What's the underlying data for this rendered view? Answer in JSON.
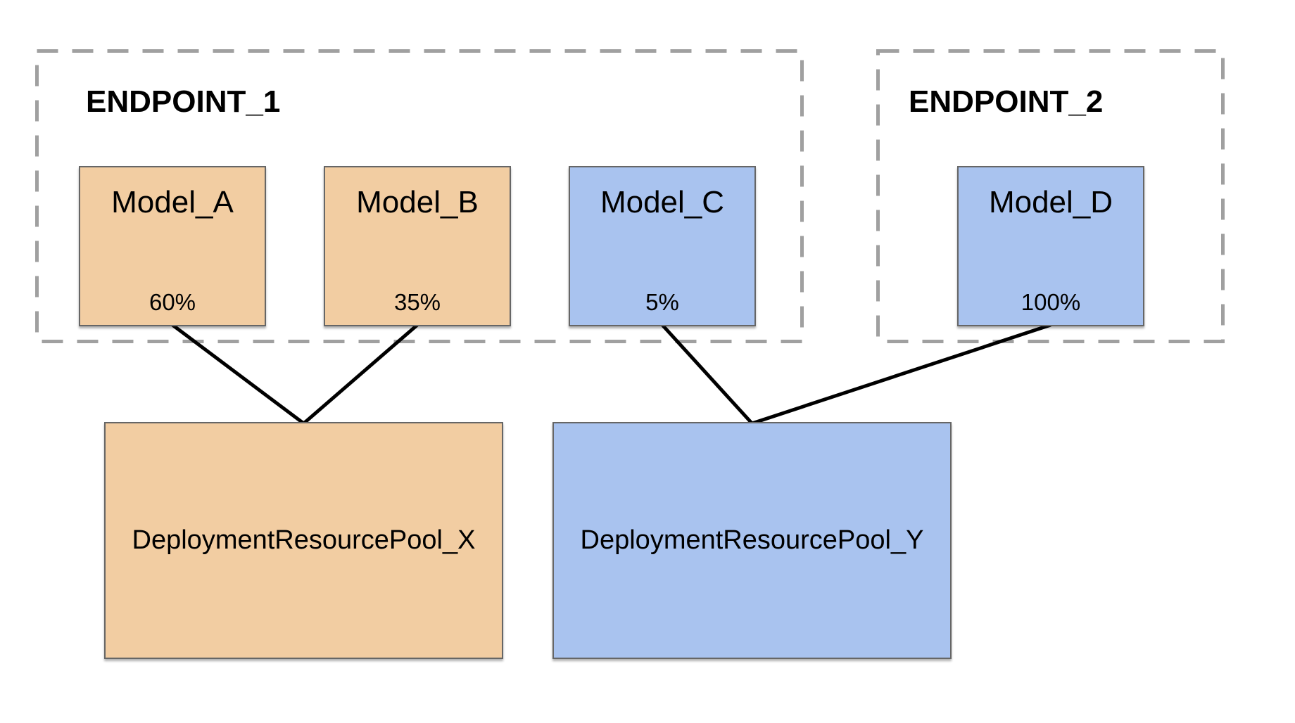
{
  "diagram": {
    "endpoints": [
      {
        "id": "endpoint-1",
        "label": "ENDPOINT_1",
        "models": [
          {
            "id": "model-a",
            "name": "Model_A",
            "traffic": "60%",
            "theme": "orange"
          },
          {
            "id": "model-b",
            "name": "Model_B",
            "traffic": "35%",
            "theme": "orange"
          },
          {
            "id": "model-c",
            "name": "Model_C",
            "traffic": "5%",
            "theme": "blue"
          }
        ]
      },
      {
        "id": "endpoint-2",
        "label": "ENDPOINT_2",
        "models": [
          {
            "id": "model-d",
            "name": "Model_D",
            "traffic": "100%",
            "theme": "blue"
          }
        ]
      }
    ],
    "pools": [
      {
        "id": "pool-x",
        "label": "DeploymentResourcePool_X",
        "theme": "orange"
      },
      {
        "id": "pool-y",
        "label": "DeploymentResourcePool_Y",
        "theme": "blue"
      }
    ],
    "edges": [
      {
        "from": "model-a",
        "to": "pool-x"
      },
      {
        "from": "model-b",
        "to": "pool-x"
      },
      {
        "from": "model-c",
        "to": "pool-y"
      },
      {
        "from": "model-d",
        "to": "pool-y"
      }
    ],
    "colors": {
      "orange_fill": "#F2CDA2",
      "blue_fill": "#A9C3EF",
      "box_border": "#666666",
      "dashed_border": "#A0A0A0",
      "connector": "#000000"
    }
  }
}
